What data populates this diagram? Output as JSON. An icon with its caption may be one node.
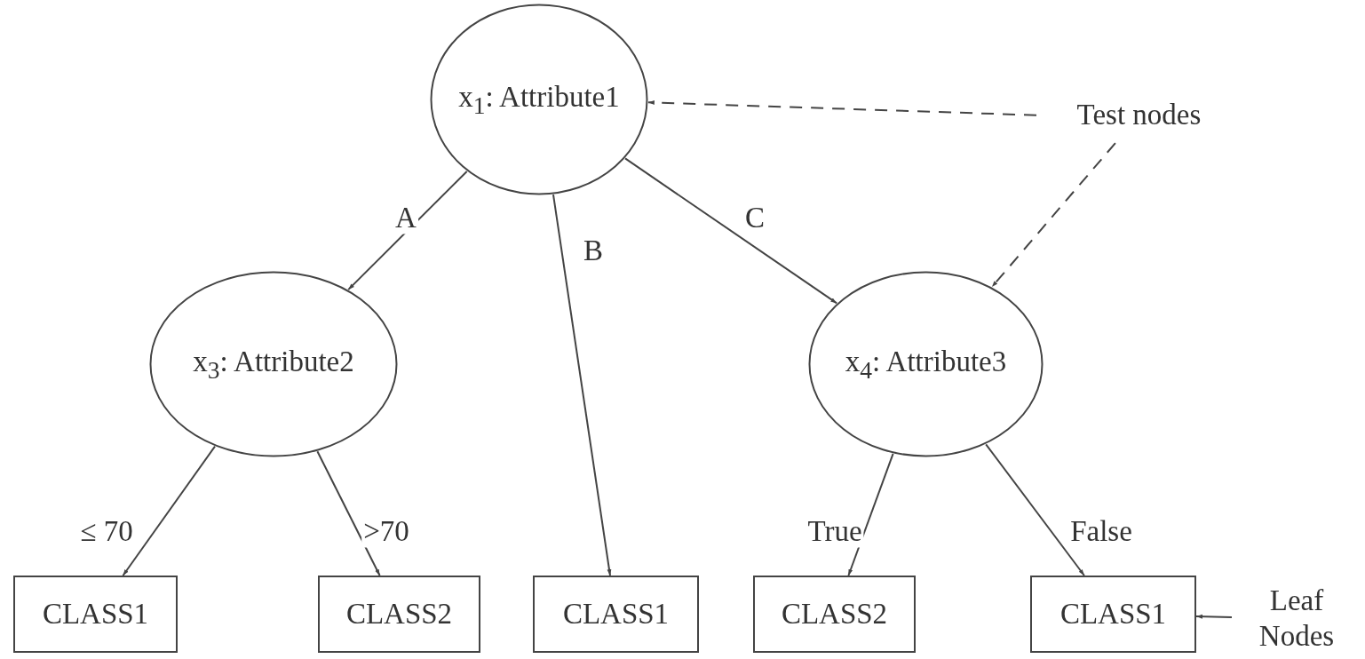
{
  "diagram": {
    "nodes": [
      {
        "text": [
          "x$_{1}$: Attribute1"
        ]
      },
      {
        "text": [
          "Test nodes"
        ]
      },
      {
        "text": [
          "x$_{3}$: Attribute2"
        ]
      },
      {
        "text": [
          "x$_{4}$: Attribute3"
        ]
      },
      {
        "text": [
          "CLASS1"
        ]
      },
      {
        "text": [
          "CLASS2"
        ]
      },
      {
        "text": [
          "CLASS1"
        ]
      },
      {
        "text": [
          "CLASS2"
        ]
      },
      {
        "text": [
          "CLASS1"
        ]
      },
      {
        "text": [
          "Leaf Nodes"
        ]
      }
    ],
    "edges": [
      {
        "from": 0,
        "to": 2,
        "arrow": "to",
        "label": "A"
      },
      {
        "from": 0,
        "to": 6,
        "arrow": "to",
        "label": "B"
      },
      {
        "from": 0,
        "to": 3,
        "arrow": "to",
        "label": "C"
      },
      {
        "from": 1,
        "to": 0,
        "arrow": "to",
        "style": "dashed"
      },
      {
        "from": 1,
        "to": 3,
        "arrow": "to",
        "style": "dashed"
      },
      {
        "from": 2,
        "to": 4,
        "arrow": "to",
        "label": "≤ 70"
      },
      {
        "from": 2,
        "to": 5,
        "arrow": "to",
        "label": ">70"
      },
      {
        "from": 3,
        "to": 7,
        "arrow": "to",
        "label": "True"
      },
      {
        "from": 3,
        "to": 8,
        "arrow": "to",
        "label": "False"
      },
      {
        "from": 9,
        "to": 8,
        "arrow": "to"
      }
    ]
  }
}
